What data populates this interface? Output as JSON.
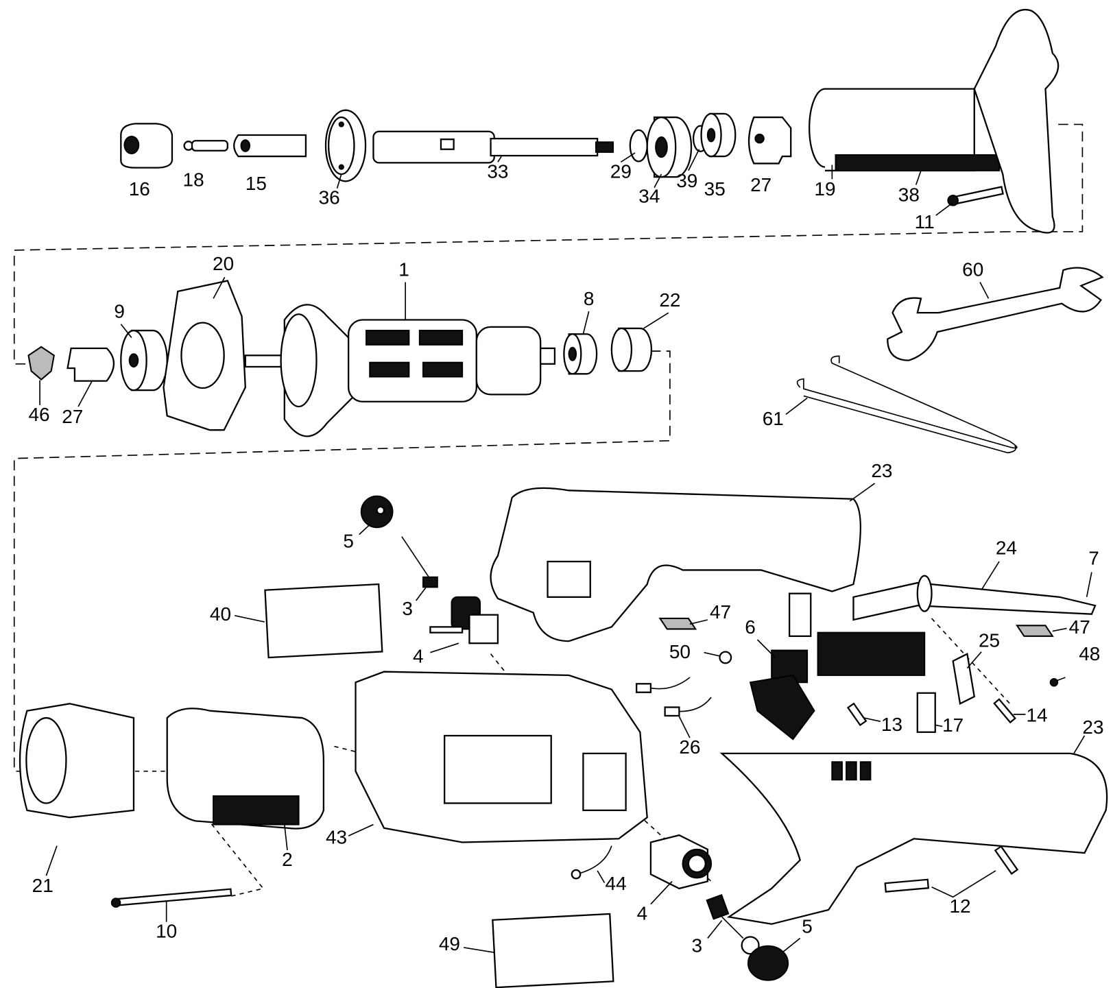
{
  "diagram": {
    "type": "exploded-parts-diagram",
    "labels": {
      "l16": "16",
      "l18": "18",
      "l15": "15",
      "l36": "36",
      "l33": "33",
      "l29": "29",
      "l34": "34",
      "l39": "39",
      "l35": "35",
      "l27a": "27",
      "l19": "19",
      "l38": "38",
      "l11": "11",
      "l20": "20",
      "l1": "1",
      "l9": "9",
      "l8": "8",
      "l22": "22",
      "l46": "46",
      "l27b": "27",
      "l60": "60",
      "l61": "61",
      "l23a": "23",
      "l5a": "5",
      "l24": "24",
      "l7": "7",
      "l3a": "3",
      "l40": "40",
      "l47a": "47",
      "l6": "6",
      "l47b": "47",
      "l4a": "4",
      "l50": "50",
      "l25": "25",
      "l48": "48",
      "l13": "13",
      "l17": "17",
      "l14": "14",
      "l26": "26",
      "l23b": "23",
      "l43": "43",
      "l2": "2",
      "l21": "21",
      "l44": "44",
      "l12": "12",
      "l4b": "4",
      "l10": "10",
      "l49": "49",
      "l3b": "3",
      "l5b": "5"
    }
  }
}
